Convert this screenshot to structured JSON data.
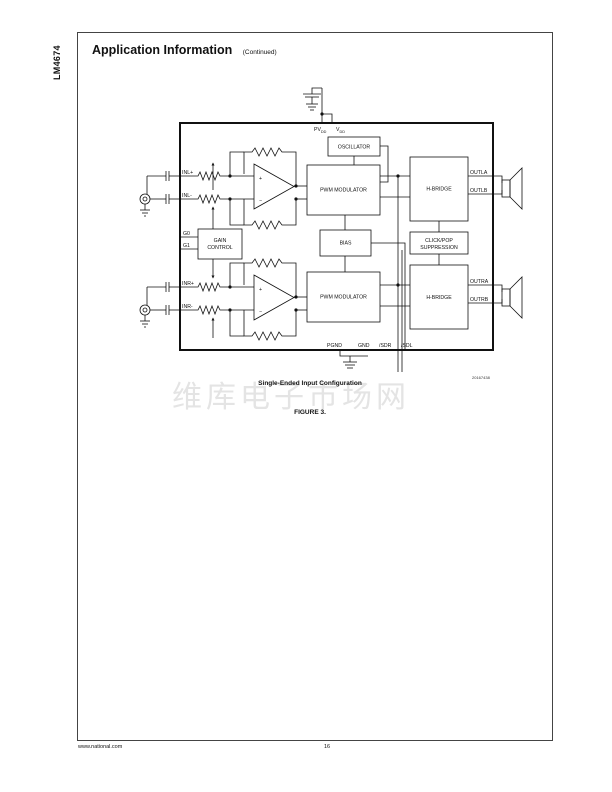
{
  "side_label": "LM4674",
  "header": {
    "title": "Application Information",
    "continued": "(Continued)"
  },
  "diagram": {
    "supply": {
      "pvdd": "PV",
      "pvdd_sub": "DD",
      "vdd": "V",
      "vdd_sub": "DD"
    },
    "blocks": {
      "oscillator": "OSCILLATOR",
      "pwm_top": "PWM MODULATOR",
      "pwm_bottom": "PWM MODULATOR",
      "hbridge_top": "H-BRIDGE",
      "hbridge_bottom": "H-BRIDGE",
      "bias": "BIAS",
      "gain_line1": "GAIN",
      "gain_line2": "CONTROL",
      "click_line1": "CLICK/POP",
      "click_line2": "SUPPRESSION"
    },
    "pins": {
      "inl_plus": "INL+",
      "inl_minus": "INL-",
      "inr_plus": "INR+",
      "inr_minus": "INR-",
      "g0": "G0",
      "g1": "G1",
      "outla": "OUTLA",
      "outlb": "OUTLB",
      "outra": "OUTRA",
      "outrb": "OUTRB",
      "pgnd": "PGND",
      "gnd": "GND",
      "sdr": "/SDR",
      "sdl": "/SDL"
    },
    "opamp": {
      "plus": "+",
      "minus": "−"
    }
  },
  "watermark": "维库电子市场网",
  "figure_code": "20167438",
  "caption": "Single-Ended Input Configuration",
  "figure_label": "FIGURE 3.",
  "footer": {
    "website": "www.national.com",
    "page": "16"
  }
}
